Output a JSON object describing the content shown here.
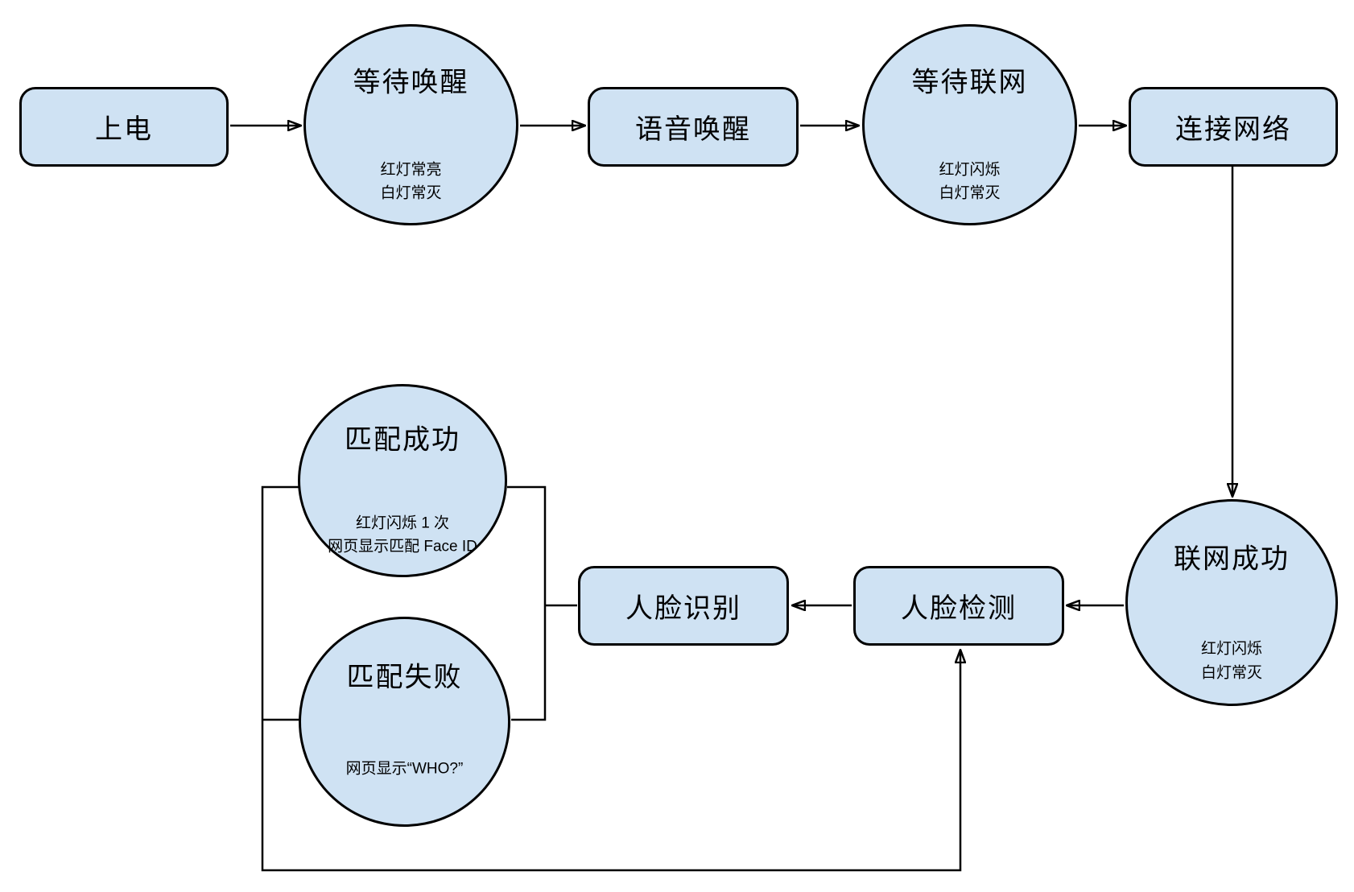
{
  "colors": {
    "node_fill": "#cfe2f3",
    "node_stroke": "#000000",
    "connector": "#000000",
    "background": "#ffffff"
  },
  "nodes": {
    "power_on": {
      "shape": "rectangle",
      "label": "上电"
    },
    "wait_wake": {
      "shape": "circle",
      "label": "等待唤醒",
      "sublabel": "红灯常亮\n白灯常灭"
    },
    "voice_wake": {
      "shape": "rectangle",
      "label": "语音唤醒"
    },
    "wait_network": {
      "shape": "circle",
      "label": "等待联网",
      "sublabel": "红灯闪烁\n白灯常灭"
    },
    "connect_network": {
      "shape": "rectangle",
      "label": "连接网络"
    },
    "network_success": {
      "shape": "circle",
      "label": "联网成功",
      "sublabel": "红灯闪烁\n白灯常灭"
    },
    "face_detect": {
      "shape": "rectangle",
      "label": "人脸检测"
    },
    "face_recognize": {
      "shape": "rectangle",
      "label": "人脸识别"
    },
    "match_success": {
      "shape": "circle",
      "label": "匹配成功",
      "sublabel": "红灯闪烁 1 次\n网页显示匹配 Face ID"
    },
    "match_fail": {
      "shape": "circle",
      "label": "匹配失败",
      "sublabel": "网页显示“WHO?”"
    }
  },
  "edges": [
    {
      "from": "power_on",
      "to": "wait_network_wake",
      "arrow": true,
      "note": "上电 → 等待唤醒"
    },
    {
      "from": "wait_wake",
      "to": "voice_wake",
      "arrow": true,
      "note": "等待唤醒 → 语音唤醒"
    },
    {
      "from": "voice_wake",
      "to": "wait_network",
      "arrow": true,
      "note": "语音唤醒 → 等待联网"
    },
    {
      "from": "wait_network",
      "to": "connect_network",
      "arrow": true,
      "note": "等待联网 → 连接网络"
    },
    {
      "from": "connect_network",
      "to": "network_success",
      "arrow": true,
      "note": "连接网络 ↓ 联网成功"
    },
    {
      "from": "network_success",
      "to": "face_detect",
      "arrow": true,
      "note": "联网成功 → 人脸检测"
    },
    {
      "from": "face_detect",
      "to": "face_recognize",
      "arrow": true,
      "note": "人脸检测 → 人脸识别"
    },
    {
      "from": "face_recognize",
      "to": "match_success",
      "arrow": false,
      "note": "人脸识别 分支 匹配成功"
    },
    {
      "from": "face_recognize",
      "to": "match_fail",
      "arrow": false,
      "note": "人脸识别 分支 匹配失败"
    },
    {
      "from": "match_success",
      "to": "face_detect",
      "arrow": true,
      "note": "匹配结果 回环 人脸检测"
    },
    {
      "from": "match_fail",
      "to": "face_detect",
      "arrow": true,
      "note": "匹配结果 回环 人脸检测"
    }
  ]
}
